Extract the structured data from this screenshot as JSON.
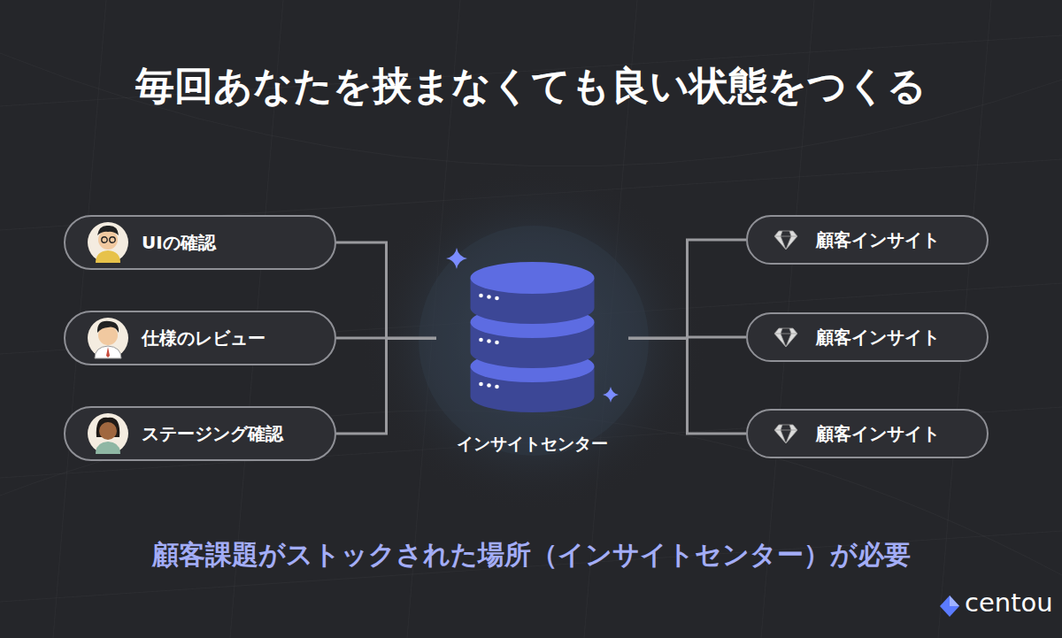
{
  "diagram": {
    "title": "毎回あなたを挟まなくても良い状態をつくる",
    "caption": "顧客課題がストックされた場所（インサイトセンター）が必要",
    "nodes": [
      {
        "text": [
          "UIの確認"
        ]
      },
      {
        "text": [
          "仕様のレビュー"
        ]
      },
      {
        "text": [
          "ステージング確認"
        ]
      },
      {
        "text": [
          "インサイトセンター"
        ]
      },
      {
        "text": [
          "顧客インサイト"
        ]
      },
      {
        "text": [
          "顧客インサイト"
        ]
      },
      {
        "text": [
          "顧客インサイト"
        ]
      }
    ],
    "edges": [
      {
        "from": 0,
        "to": 3,
        "arrow": "none"
      },
      {
        "from": 1,
        "to": 3,
        "arrow": "none"
      },
      {
        "from": 2,
        "to": 3,
        "arrow": "none"
      },
      {
        "from": 3,
        "to": 4,
        "arrow": "none"
      },
      {
        "from": 3,
        "to": 5,
        "arrow": "none"
      },
      {
        "from": 3,
        "to": 6,
        "arrow": "none"
      }
    ],
    "labels": [
      "centou"
    ]
  }
}
